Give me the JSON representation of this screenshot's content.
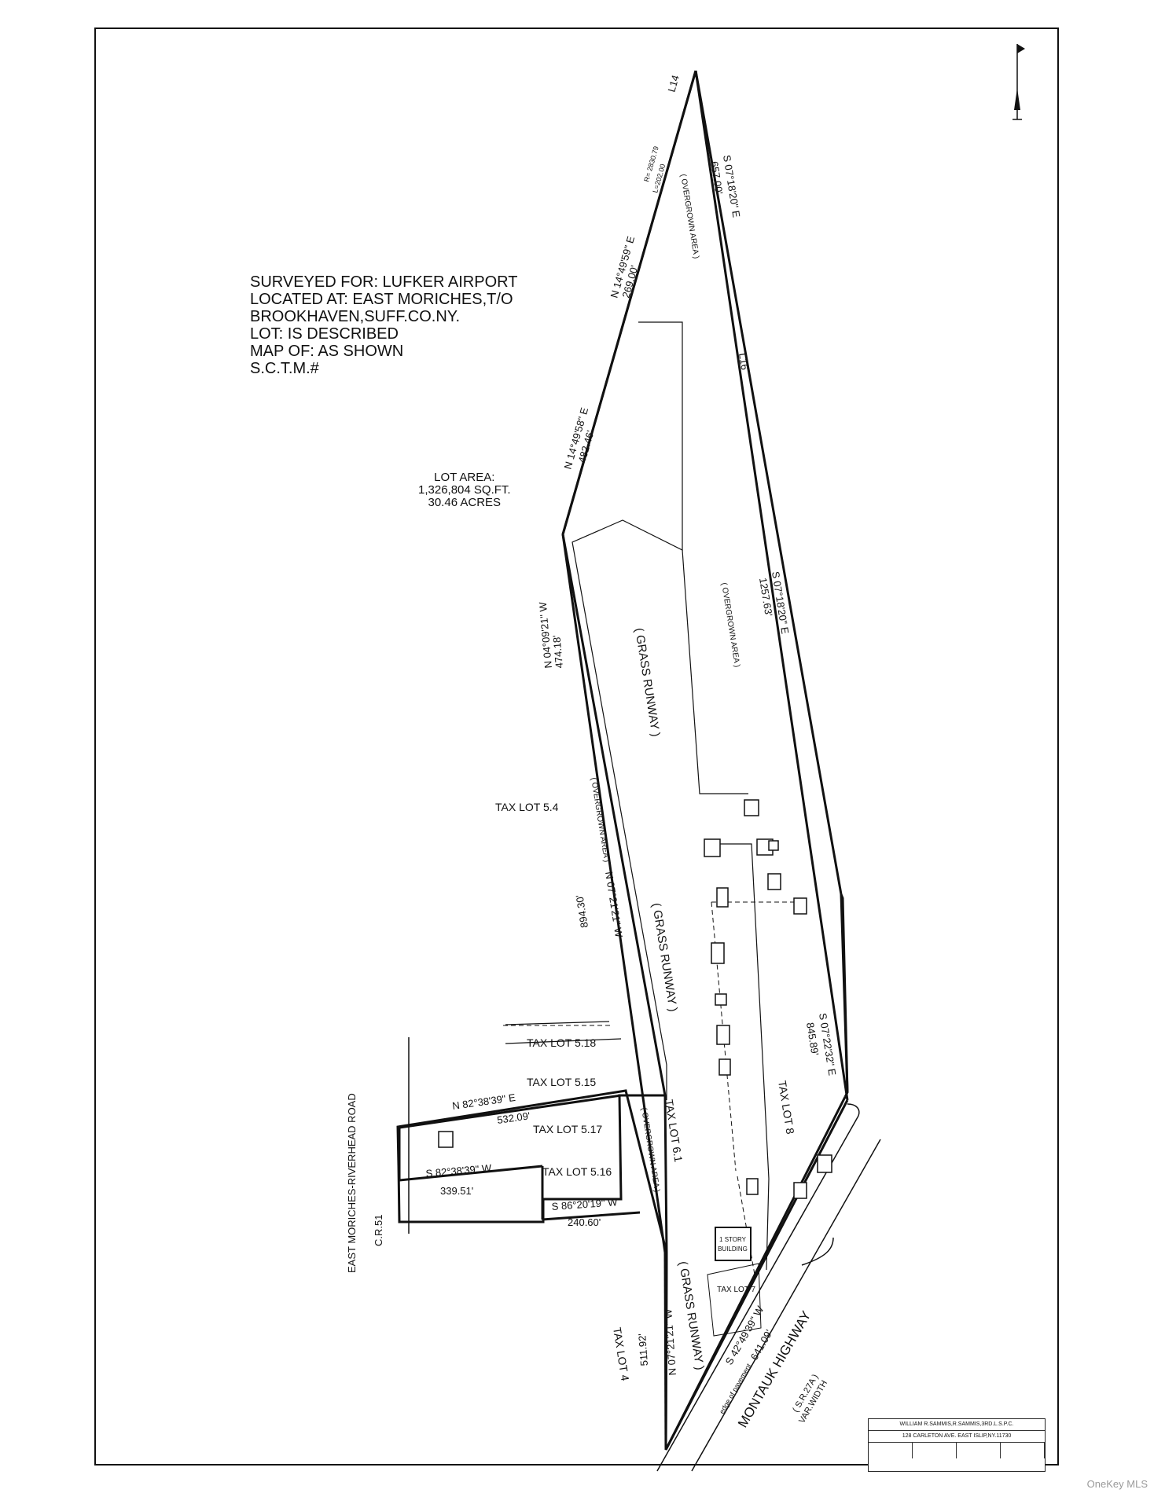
{
  "header": {
    "surveyed_for": "SURVEYED FOR: LUFKER AIRPORT",
    "located_at": "LOCATED AT: EAST MORICHES,T/O",
    "town": "BROOKHAVEN,SUFF.CO.NY.",
    "lot": "LOT: IS DESCRIBED",
    "map_of": "MAP OF: AS SHOWN",
    "sctm": "S.C.T.M.#"
  },
  "lot_area": {
    "label": "LOT AREA:",
    "sqft": "1,326,804 SQ.FT.",
    "acres": "30.46 ACRES"
  },
  "bearings": {
    "l14": "L14",
    "curve_r": "R= 2830.79",
    "curve_l": "L=202.00",
    "n14_top_bearing": "N 14°49'59\" E",
    "n14_top_dist": "269.00'",
    "n14_bottom_bearing": "N 14°49'58\" E",
    "n14_bottom_dist": "482.46'",
    "s07_top_bearing": "S 07°18'20\" E",
    "s07_top_dist": "657.00'",
    "l16": "L16",
    "s07_mid_bearing": "S 07°18'20\" E",
    "s07_mid_dist": "1257.63'",
    "n04_bearing": "N 04°09'21\" W",
    "n04_dist": "474.18'",
    "n07_mid_bearing": "N 07°21'21\" W",
    "n07_mid_dist": "894.30'",
    "s07_right_bearing": "S 07°22'32\" E",
    "s07_right_dist": "845.89'",
    "n82_bearing": "N 82°38'39\" E",
    "n82_dist": "532.09'",
    "s82_bearing": "S 82°38'39\" W",
    "s82_dist": "339.51'",
    "s86_bearing": "S 86°20'19\" W",
    "s86_dist": "240.60'",
    "n07_bottom_bearing": "N 07°21'21\" W",
    "n07_bottom_dist": "511.92'",
    "s42_bearing": "S 42°49'39\" W",
    "s42_dist": "641.09'"
  },
  "areas": {
    "overgrown_top": "( OVERGROWN AREA )",
    "overgrown_mid": "( OVERGROWN AREA )",
    "overgrown_left": "( OVERGROWN AREA )",
    "overgrown_bottom": "( OVERGROWN AREA )",
    "grass_runway_1": "( GRASS RUNWAY )",
    "grass_runway_2": "( GRASS RUNWAY )",
    "grass_runway_3": "( GRASS RUNWAY )"
  },
  "tax_lots": {
    "lot_5_4": "TAX LOT 5.4",
    "lot_5_18": "TAX LOT 5.18",
    "lot_5_15": "TAX LOT 5.15",
    "lot_5_17": "TAX LOT 5.17",
    "lot_5_16": "TAX LOT 5.16",
    "lot_6_1": "TAX LOT 6.1",
    "lot_8": "TAX LOT 8",
    "lot_7": "TAX LOT 7",
    "lot_4": "TAX LOT 4"
  },
  "roads": {
    "cr51_name": "EAST MORICHES-RIVERHEAD ROAD",
    "cr51_number": "C.R.51",
    "montauk": "MONTAUK HIGHWAY",
    "montauk_route": "( S.R.27A )",
    "montauk_width": "VAR.WIDTH",
    "pavement_edge": "edge of pavement"
  },
  "building": {
    "label_1": "1 STORY",
    "label_2": "BUILDING"
  },
  "title_block": {
    "line1": "WILLIAM R.SAMMIS,R.SAMMIS,3RD.L.S.P.C.",
    "line2": "128 CARLETON AVE. EAST ISLIP,NY.11730"
  },
  "watermark": "OneKey MLS",
  "colors": {
    "line": "#111111",
    "paper": "#ffffff",
    "watermark": "#9a9a9a"
  }
}
